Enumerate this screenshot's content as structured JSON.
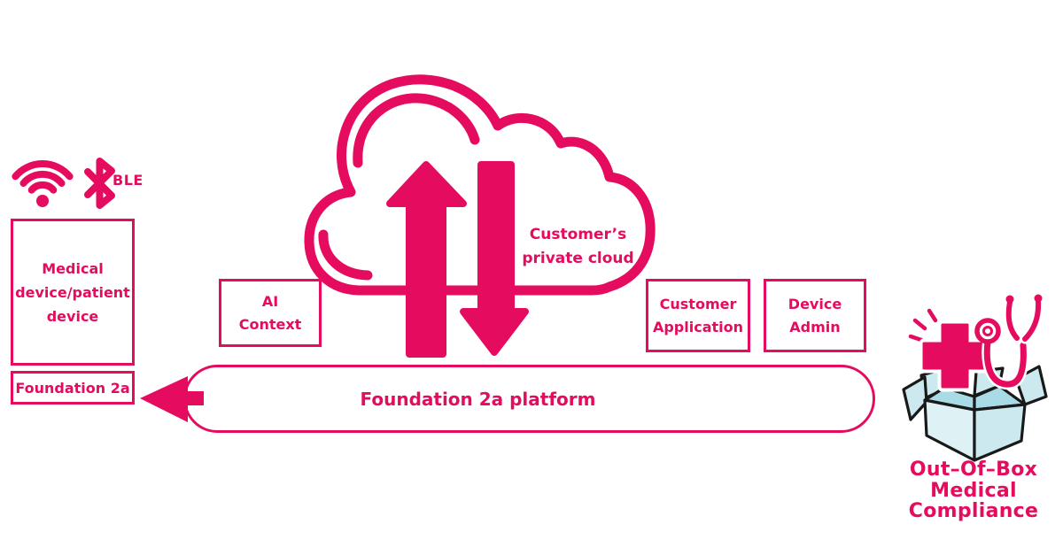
{
  "colors": {
    "pink": "#E50B5F",
    "outline_black": "#191919",
    "carton_light": "#DEF2F6",
    "carton_mid": "#CBE9EF",
    "carton_dark": "#A9DBE6"
  },
  "icons": {
    "wifi": "wifi-icon",
    "bluetooth": "bluetooth-icon",
    "cloud": "cloud-icon",
    "upload_arrow": "upload-arrow-icon",
    "download_arrow": "download-arrow-icon",
    "left_arrow": "left-arrow-icon",
    "medical_cross": "medical-cross-icon",
    "stethoscope": "stethoscope-icon",
    "open_box": "open-box-icon",
    "sparkles": "sparkle-icon"
  },
  "connectivity": {
    "ble_label": "BLE"
  },
  "device_box": {
    "lines": [
      "Medical",
      "device/patient",
      "device"
    ],
    "foundation_label": "Foundation 2a"
  },
  "cloud": {
    "label_lines": [
      "Customer’s",
      "private cloud"
    ]
  },
  "nodes": {
    "ai_context": {
      "lines": [
        "AI",
        "Context"
      ]
    },
    "customer_application": {
      "lines": [
        "Customer",
        "Application"
      ]
    },
    "device_admin": {
      "lines": [
        "Device",
        "Admin"
      ]
    }
  },
  "platform": {
    "label": "Foundation 2a platform"
  },
  "compliance": {
    "lines": [
      "Out–Of–Box",
      "Medical",
      "Compliance"
    ]
  }
}
